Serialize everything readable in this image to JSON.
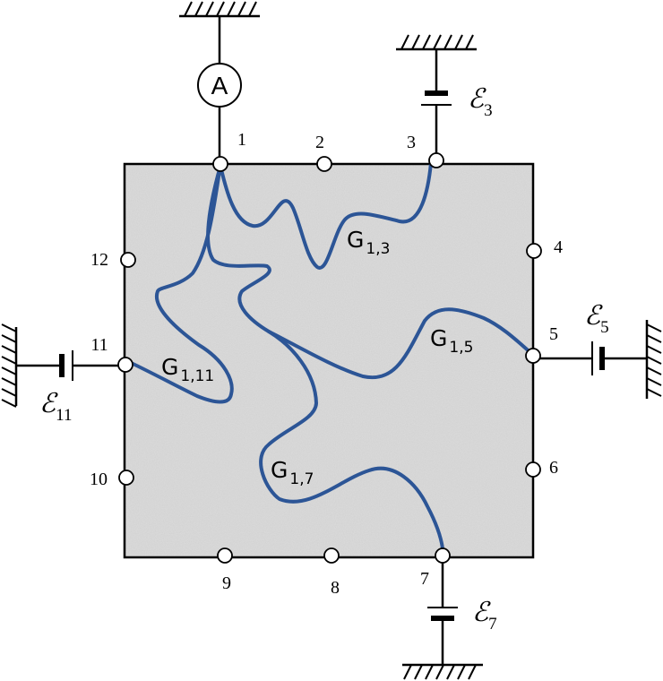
{
  "nodes": [
    {
      "id": "1",
      "label": "1"
    },
    {
      "id": "2",
      "label": "2"
    },
    {
      "id": "3",
      "label": "3"
    },
    {
      "id": "4",
      "label": "4"
    },
    {
      "id": "5",
      "label": "5"
    },
    {
      "id": "6",
      "label": "6"
    },
    {
      "id": "7",
      "label": "7"
    },
    {
      "id": "8",
      "label": "8"
    },
    {
      "id": "9",
      "label": "9"
    },
    {
      "id": "10",
      "label": "10"
    },
    {
      "id": "11",
      "label": "11"
    },
    {
      "id": "12",
      "label": "12"
    }
  ],
  "ammeter": {
    "label": "A"
  },
  "sources": [
    {
      "id": "e3",
      "symbol": "ℰ",
      "sub": "3"
    },
    {
      "id": "e5",
      "symbol": "ℰ",
      "sub": "5"
    },
    {
      "id": "e7",
      "symbol": "ℰ",
      "sub": "7"
    },
    {
      "id": "e11",
      "symbol": "ℰ",
      "sub": "11"
    }
  ],
  "paths": [
    {
      "id": "g13",
      "main": "G",
      "sub": "1,3"
    },
    {
      "id": "g15",
      "main": "G",
      "sub": "1,5"
    },
    {
      "id": "g17",
      "main": "G",
      "sub": "1,7"
    },
    {
      "id": "g111",
      "main": "G",
      "sub": "1,11"
    }
  ],
  "colors": {
    "path": "#2c5596",
    "sample": "#dcdcdc",
    "frame": "#000000"
  }
}
